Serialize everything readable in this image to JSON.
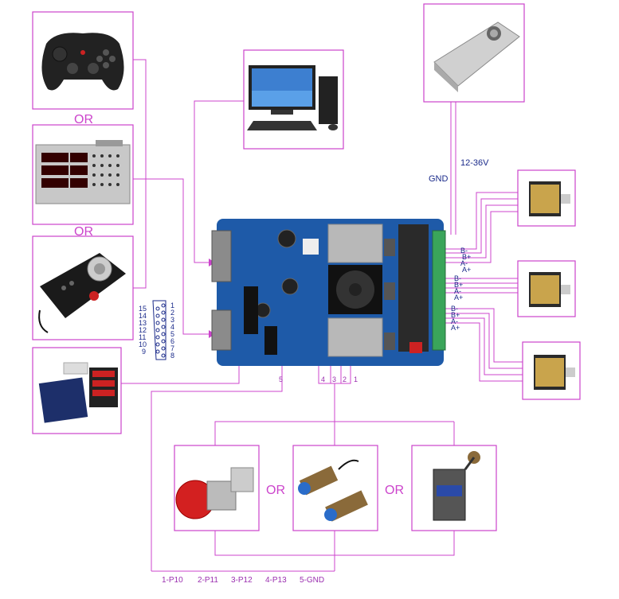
{
  "labels": {
    "or": "OR",
    "gnd": "GND",
    "voltage": "12-36V",
    "conn5": "5",
    "conn4": "4",
    "conn3": "3",
    "conn2": "2",
    "conn1": "1"
  },
  "db15_pins": {
    "left": [
      "15",
      "14",
      "13",
      "12",
      "11",
      "10",
      "9"
    ],
    "right": [
      "1",
      "2",
      "3",
      "4",
      "5",
      "6",
      "7",
      "8"
    ]
  },
  "motor_wires": {
    "m1": [
      "B-",
      "B+",
      "A-",
      "A+"
    ],
    "m2": [
      "B-",
      "B+",
      "A-",
      "A+"
    ],
    "m3": [
      "B-",
      "B+",
      "A-",
      "A+"
    ]
  },
  "bottom_pins": [
    "1-P10",
    "2-P11",
    "3-P12",
    "4-P13",
    "5-GND"
  ],
  "colors": {
    "wire": "#cc44cc",
    "box_border": "#cc44cc",
    "board": "#1e5aa8",
    "terminal": "#3aa55a",
    "text_blue": "#1a2a8a"
  }
}
